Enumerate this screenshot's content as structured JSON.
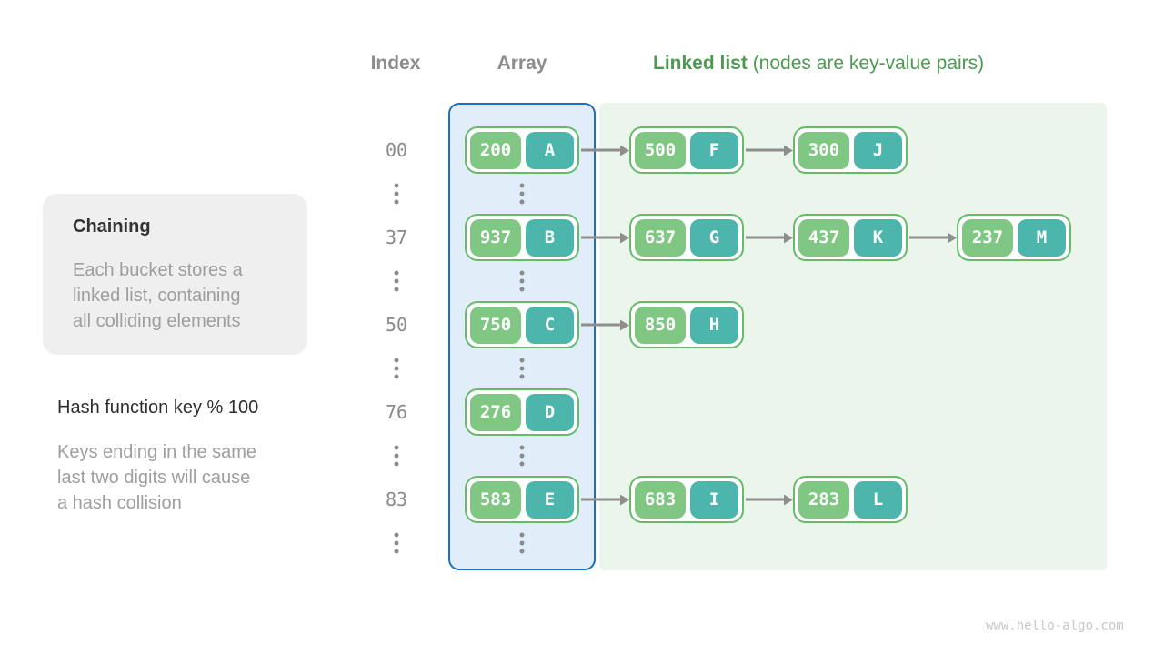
{
  "page": {
    "watermark": "www.hello-algo.com"
  },
  "header": {
    "index_label": "Index",
    "array_label": "Array",
    "linked_list_bold": "Linked list",
    "linked_list_rest": " (nodes are key-value pairs)"
  },
  "notes": {
    "chaining": {
      "title": "Chaining",
      "lines": [
        "Each bucket stores a",
        "linked list, containing",
        "all colliding elements"
      ]
    },
    "hash_function": {
      "title": "Hash function key % 100",
      "lines": [
        "Keys ending in the same",
        "last two digits will cause",
        "a hash collision"
      ]
    }
  },
  "rows": [
    {
      "index": "00",
      "bucket": {
        "key": "200",
        "value": "A"
      },
      "chain": [
        {
          "key": "500",
          "value": "F"
        },
        {
          "key": "300",
          "value": "J"
        }
      ]
    },
    {
      "index": "37",
      "bucket": {
        "key": "937",
        "value": "B"
      },
      "chain": [
        {
          "key": "637",
          "value": "G"
        },
        {
          "key": "437",
          "value": "K"
        },
        {
          "key": "237",
          "value": "M"
        }
      ]
    },
    {
      "index": "50",
      "bucket": {
        "key": "750",
        "value": "C"
      },
      "chain": [
        {
          "key": "850",
          "value": "H"
        }
      ]
    },
    {
      "index": "76",
      "bucket": {
        "key": "276",
        "value": "D"
      },
      "chain": []
    },
    {
      "index": "83",
      "bucket": {
        "key": "583",
        "value": "E"
      },
      "chain": [
        {
          "key": "683",
          "value": "I"
        },
        {
          "key": "283",
          "value": "L"
        }
      ]
    }
  ],
  "colors": {
    "key_green": "#81C784",
    "value_teal": "#4DB6AC",
    "node_border_green": "#66BB6A",
    "array_panel_fill": "#E1EEF9",
    "array_panel_border": "#1D6FC0",
    "linked_list_panel_fill": "#ECF5EC",
    "header_green": "#4C9A50",
    "gray_text": "#8C8C8C",
    "body_gray": "#9E9E9E",
    "arrow_gray": "#8E8E8E",
    "index_gray": "#8A8A8A",
    "note_box_fill": "#EFEFEF",
    "watermark_gray": "#C8C8C8"
  }
}
